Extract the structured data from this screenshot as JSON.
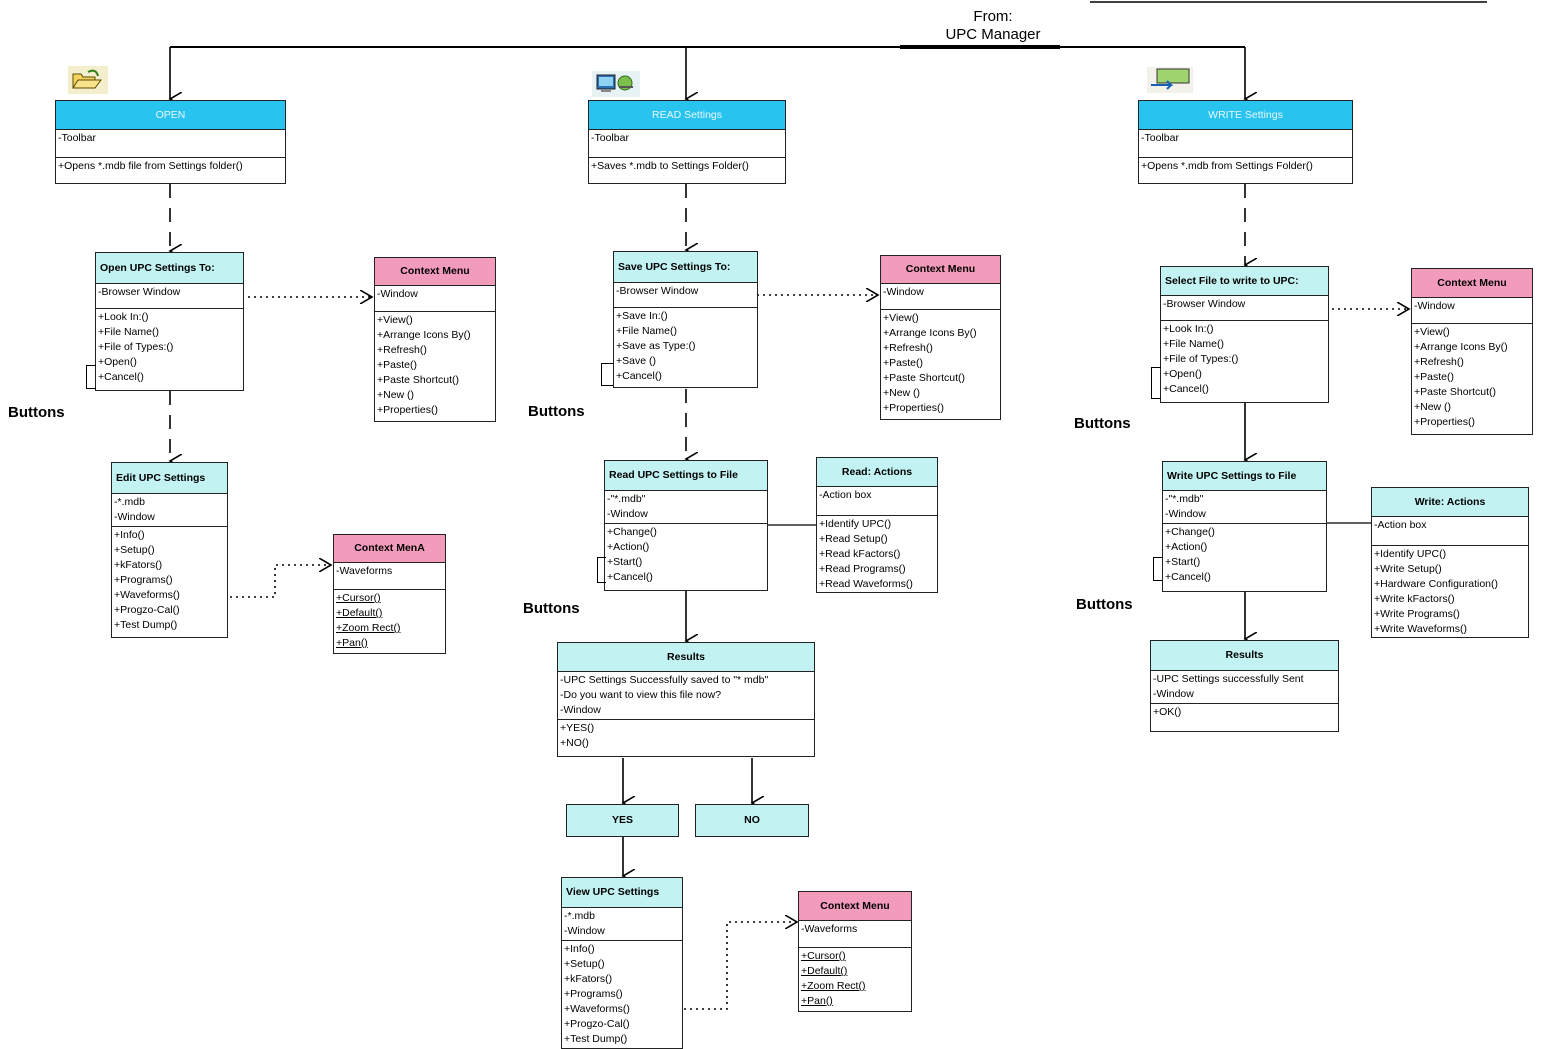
{
  "from_label": [
    "From:",
    "UPC Manager"
  ],
  "buttons_label": "Buttons",
  "columns": {
    "open": {
      "toolbar_class": {
        "title": "OPEN",
        "attrs": [
          "-Toolbar"
        ],
        "ops": [
          "+Opens *.mdb file from Settings folder()"
        ]
      },
      "dialog": {
        "title": "Open UPC Settings To:",
        "attrs": [
          "-Browser Window"
        ],
        "ops": [
          "+Look In:()",
          "+File Name()",
          "+File of Types:()",
          "+Open()",
          "+Cancel()"
        ]
      },
      "context_menu": {
        "title": "Context Menu",
        "attrs": [
          "-Window"
        ],
        "ops": [
          "+View()",
          "+Arrange Icons By()",
          "+Refresh()",
          "+Paste()",
          "+Paste Shortcut()",
          "+New ()",
          "+Properties()"
        ]
      },
      "edit": {
        "title": "Edit UPC Settings",
        "attrs": [
          "-*.mdb",
          "-Window"
        ],
        "ops": [
          "+Info()",
          "+Setup()",
          "+kFators()",
          "+Programs()",
          "+Waveforms()",
          "+Progzo-Cal()",
          "+Test Dump()"
        ]
      },
      "context_wave": {
        "title": "Context MenA",
        "attrs": [
          "-Waveforms"
        ],
        "ops": [
          "+Cursor()",
          "+Default()",
          "+Zoom Rect()",
          "+Pan()"
        ]
      }
    },
    "read": {
      "toolbar_class": {
        "title": "READ Settings",
        "attrs": [
          "-Toolbar"
        ],
        "ops": [
          "+Saves *.mdb to Settings Folder()"
        ]
      },
      "dialog": {
        "title": "Save UPC Settings To:",
        "attrs": [
          "-Browser Window"
        ],
        "ops": [
          "+Save In:()",
          "+File Name()",
          "+Save as Type:()",
          "+Save ()",
          "+Cancel()"
        ]
      },
      "context_menu": {
        "title": "Context Menu",
        "attrs": [
          "-Window"
        ],
        "ops": [
          "+View()",
          "+Arrange Icons By()",
          "+Refresh()",
          "+Paste()",
          "+Paste Shortcut()",
          "+New ()",
          "+Properties()"
        ]
      },
      "file": {
        "title": "Read UPC Settings to File",
        "attrs": [
          "-\"*.mdb\"",
          "-Window"
        ],
        "ops": [
          "+Change()",
          "+Action()",
          "+Start()",
          "+Cancel()"
        ]
      },
      "actions": {
        "title": "Read: Actions",
        "attrs": [
          "-Action box"
        ],
        "ops": [
          "+Identify UPC()",
          "+Read Setup()",
          "+Read kFactors()",
          "+Read Programs()",
          "+Read Waveforms()"
        ]
      },
      "results": {
        "title": "Results",
        "attrs": [
          "-UPC Settings Successfully saved to \"* mdb\"",
          "-Do you want to view this file now?",
          "-Window"
        ],
        "ops": [
          "+YES()",
          "+NO()"
        ]
      },
      "yes": "YES",
      "no": "NO",
      "view": {
        "title": "View UPC Settings",
        "attrs": [
          "-*.mdb",
          "-Window"
        ],
        "ops": [
          "+Info()",
          "+Setup()",
          "+kFators()",
          "+Programs()",
          "+Waveforms()",
          "+Progzo-Cal()",
          "+Test Dump()"
        ]
      },
      "context_wave": {
        "title": "Context Menu",
        "attrs": [
          "-Waveforms"
        ],
        "ops": [
          "+Cursor()",
          "+Default()",
          "+Zoom Rect()",
          "+Pan()"
        ]
      }
    },
    "write": {
      "toolbar_class": {
        "title": "WRITE Settings",
        "attrs": [
          "-Toolbar"
        ],
        "ops": [
          "+Opens *.mdb from Settings Folder()"
        ]
      },
      "dialog": {
        "title": "Select File to write to UPC:",
        "attrs": [
          "-Browser Window"
        ],
        "ops": [
          "+Look In:()",
          "+File Name()",
          "+File of Types:()",
          "+Open()",
          "+Cancel()"
        ]
      },
      "context_menu": {
        "title": "Context Menu",
        "attrs": [
          "-Window"
        ],
        "ops": [
          "+View()",
          "+Arrange Icons By()",
          "+Refresh()",
          "+Paste()",
          "+Paste Shortcut()",
          "+New ()",
          "+Properties()"
        ]
      },
      "file": {
        "title": "Write UPC Settings to File",
        "attrs": [
          "-\"*.mdb\"",
          "-Window"
        ],
        "ops": [
          "+Change()",
          "+Action()",
          "+Start()",
          "+Cancel()"
        ]
      },
      "actions": {
        "title": "Write: Actions",
        "attrs": [
          "-Action box"
        ],
        "ops": [
          "+Identify UPC()",
          "+Write Setup()",
          "+Hardware Configuration()",
          "+Write kFactors()",
          "+Write Programs()",
          "+Write Waveforms()"
        ]
      },
      "results": {
        "title": "Results",
        "attrs": [
          "-UPC Settings successfully Sent",
          "-Window"
        ],
        "ops": [
          "+OK()"
        ]
      }
    }
  }
}
